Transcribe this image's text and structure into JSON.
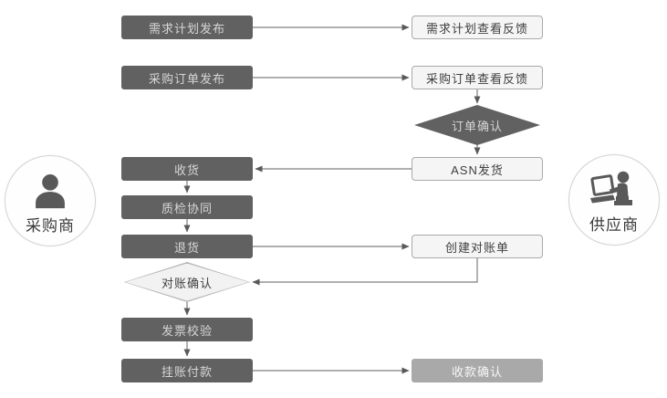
{
  "actors": {
    "buyer": "采购商",
    "supplier": "供应商"
  },
  "nodes": {
    "demand_plan_publish": "需求计划发布",
    "demand_plan_feedback": "需求计划查看反馈",
    "po_publish": "采购订单发布",
    "po_feedback": "采购订单查看反馈",
    "order_confirm": "订单确认",
    "receive_goods": "收货",
    "asn_ship": "ASN发货",
    "quality_collab": "质检协同",
    "return_goods": "退货",
    "create_statement": "创建对账单",
    "statement_confirm": "对账确认",
    "invoice_check": "发票校验",
    "book_payment": "挂账付款",
    "payment_confirm": "收款确认"
  },
  "colors": {
    "dark_node": "#616161",
    "dark_node_text": "#d6d6d6",
    "light_node_fill": "#f5f5f5",
    "light_node_border": "#a9a9a9",
    "light_node_text": "#404040",
    "medium_node": "#a9a9a9",
    "light_diamond_fill": "#f2f2f2",
    "connector_line": "#7f7f7f",
    "arrowhead": "#595959",
    "actor_border": "#d4d4d4",
    "icon_gray": "#595959"
  }
}
